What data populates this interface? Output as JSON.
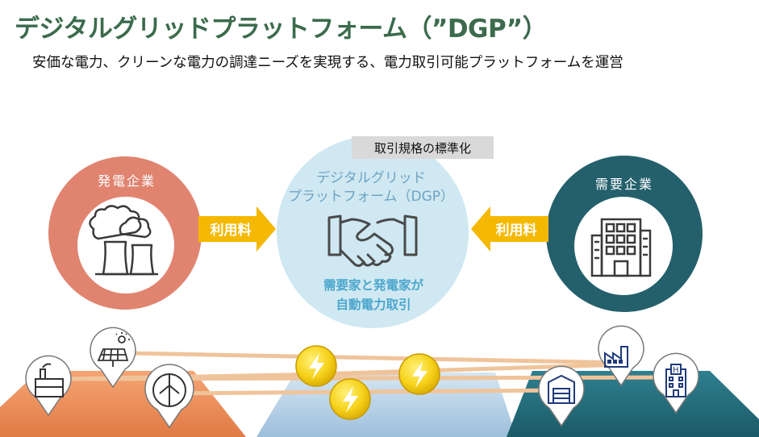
{
  "header": {
    "title": "デジタルグリッドプラットフォーム（”DGP”）",
    "subtitle": "安価な電力、クリーンな電力の調達ニーズを実現する、電力取引可能プラットフォームを運営"
  },
  "diagram": {
    "standardization_badge": "取引規格の標準化",
    "generator": {
      "label": "発電企業",
      "icon": "power-plant-icon"
    },
    "consumer": {
      "label": "需要企業",
      "icon": "office-building-icon"
    },
    "platform": {
      "title_line1": "デジタルグリッド",
      "title_line2": "プラットフォーム（DGP）",
      "icon": "handshake-icon",
      "desc_line1": "需要家と発電家が",
      "desc_line2": "自動電力取引"
    },
    "fee_left": "利用料",
    "fee_right": "利用料",
    "colors": {
      "title": "#3b6b4c",
      "generator": "#e08470",
      "platform": "#cfe8f2",
      "consumer": "#24606c",
      "arrow": "#f5b800",
      "lines": "#f0c49a"
    }
  }
}
